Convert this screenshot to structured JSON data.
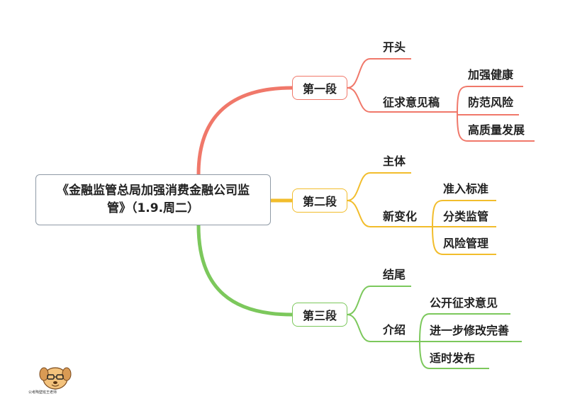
{
  "root": {
    "line1": "《金融监管总局加强消费金融公司监",
    "line2": "管》（1.9.周二）"
  },
  "sections": [
    {
      "label": "第一段",
      "color": "#f0786a",
      "children": [
        {
          "label": "开头"
        },
        {
          "label": "征求意见稿",
          "children": [
            "加强健康",
            "防范风险",
            "高质量发展"
          ]
        }
      ]
    },
    {
      "label": "第二段",
      "color": "#f2bd2c",
      "children": [
        {
          "label": "主体"
        },
        {
          "label": "新变化",
          "children": [
            "准入标准",
            "分类监管",
            "风险管理"
          ]
        }
      ]
    },
    {
      "label": "第三段",
      "color": "#7cc85c",
      "children": [
        {
          "label": "结尾"
        },
        {
          "label": "介绍",
          "children": [
            "公开征求意见",
            "进一步修改完善",
            "适时发布"
          ]
        }
      ]
    }
  ],
  "watermark": {
    "caption": "公考陶壁班王老师"
  }
}
